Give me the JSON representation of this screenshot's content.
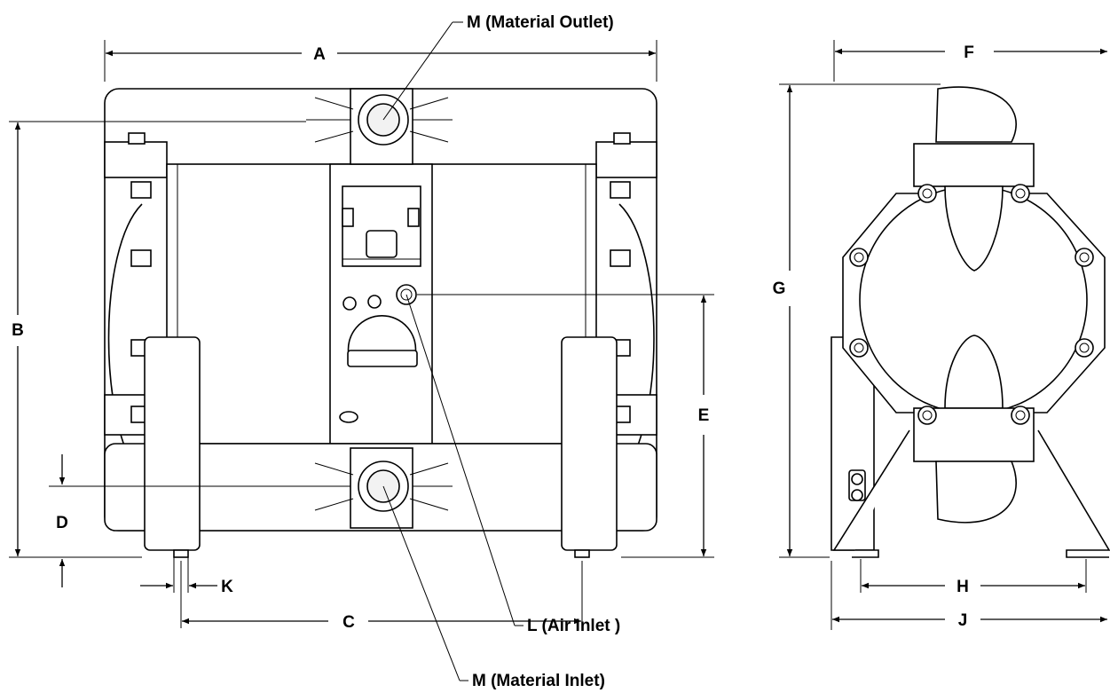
{
  "diagram": {
    "labels": {
      "A": "A",
      "B": "B",
      "C": "C",
      "D": "D",
      "E": "E",
      "F": "F",
      "G": "G",
      "H": "H",
      "J": "J",
      "K": "K",
      "material_outlet": "M (Material Outlet)",
      "air_inlet": "L  (Air Inlet )",
      "material_inlet": "M (Material Inlet)"
    }
  }
}
